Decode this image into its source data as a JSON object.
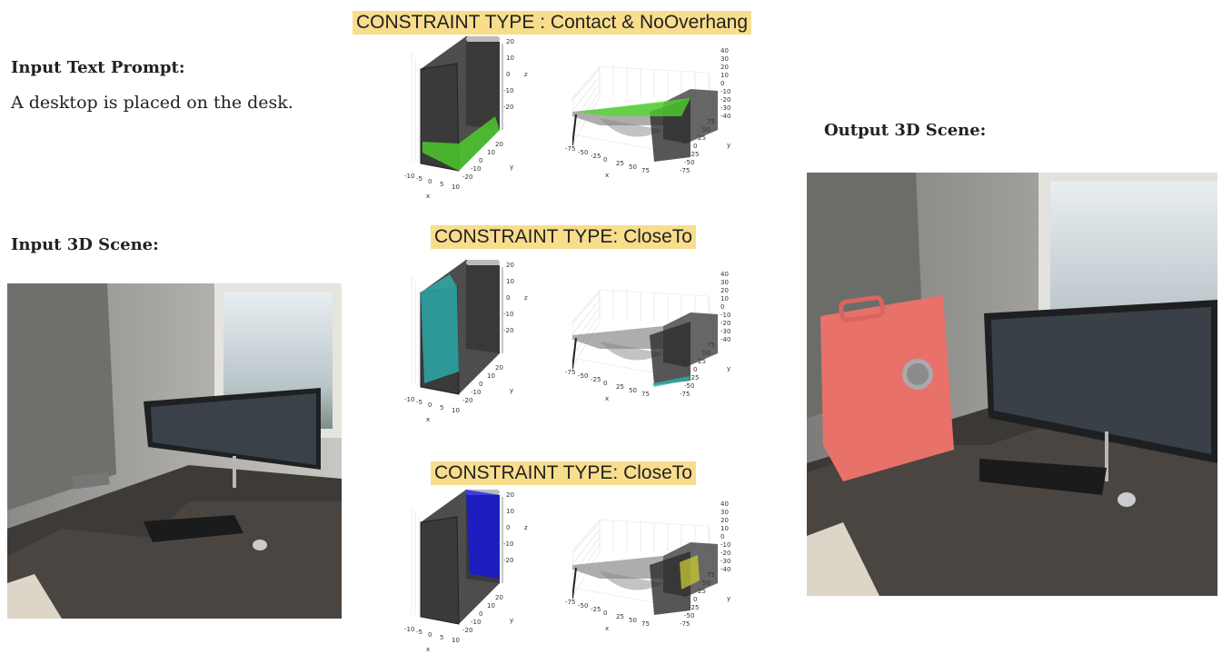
{
  "left": {
    "prompt_heading": "Input Text Prompt:",
    "prompt_text": "A desktop is placed on the desk.",
    "scene_heading": "Input 3D Scene:"
  },
  "right": {
    "scene_heading": "Output 3D Scene:",
    "highlight_color": "#e8716a"
  },
  "axes": {
    "tower": {
      "x_ticks": [
        "-10",
        "-5",
        "0",
        "5",
        "10"
      ],
      "y_ticks": [
        "20",
        "10",
        "0",
        "-10",
        "-20"
      ],
      "z_ticks": [
        "20",
        "10",
        "0",
        "-10",
        "-20"
      ],
      "x_label": "x",
      "y_label": "y",
      "z_label": "z"
    },
    "desk": {
      "x_ticks": [
        "-75",
        "-50",
        "-25",
        "0",
        "25",
        "50",
        "75"
      ],
      "y_ticks": [
        "75",
        "50",
        "25",
        "0",
        "-25",
        "-50",
        "-75"
      ],
      "z_ticks": [
        "40",
        "30",
        "20",
        "10",
        "0",
        "-10",
        "-20",
        "-30",
        "-40"
      ],
      "x_label": "x",
      "y_label": "y"
    }
  },
  "constraints": [
    {
      "label": "CONSTRAINT TYPE : Contact & NoOverhang",
      "tower_highlight": "bottom",
      "desk_highlight": "top",
      "color": "#4fdc2a"
    },
    {
      "label": "CONSTRAINT TYPE: CloseTo",
      "tower_highlight": "front",
      "desk_highlight": "edge",
      "color": "#2bb8b8"
    },
    {
      "label": "CONSTRAINT TYPE: CloseTo",
      "tower_highlight": "side",
      "desk_highlight": "cabinet",
      "color": "#1414ee",
      "desk_color": "#c9c934"
    }
  ]
}
